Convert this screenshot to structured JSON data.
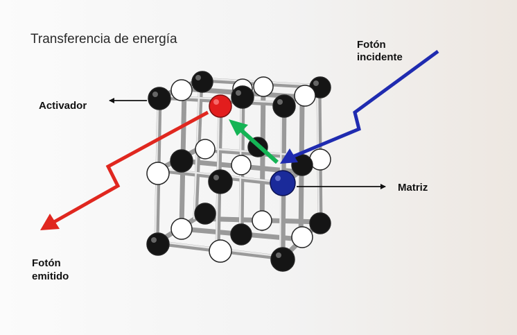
{
  "title": "Transferencia de energía",
  "labels": {
    "activator": "Activador",
    "matrix": "Matriz",
    "incident_photon": [
      "Fotón",
      "incidente"
    ],
    "emitted_photon": [
      "Fotón",
      "emitido"
    ]
  },
  "colors": {
    "incident_photon": "#1f2bb0",
    "emitted_photon": "#e0271f",
    "energy_transfer": "#15b455",
    "activator_atom": "#e21d1d",
    "matrix_atom": "#1a2a9a",
    "black_atom": "#151515",
    "white_atom": "#ffffff",
    "bond": "#c8c8c8"
  }
}
